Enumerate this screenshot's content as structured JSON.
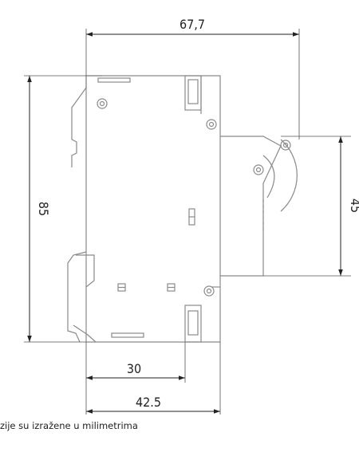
{
  "drawing": {
    "dimensions": {
      "width_overall": "67,7",
      "height_overall": "85",
      "height_middle": "45",
      "width_30": "30",
      "width_42": "42.5"
    }
  },
  "caption": "zije su izražene u milimetrima"
}
